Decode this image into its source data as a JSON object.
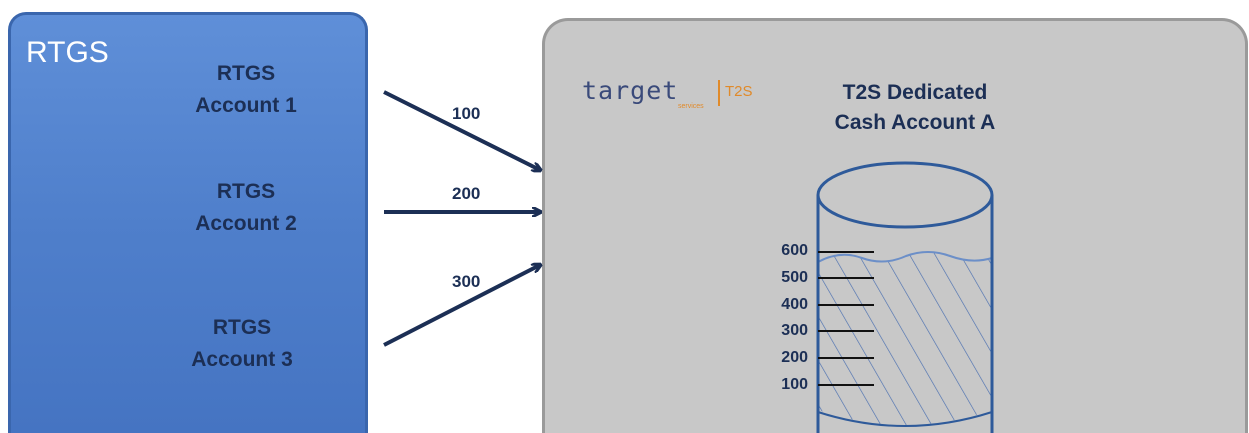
{
  "rtgs": {
    "title": "RTGS",
    "accounts": [
      {
        "line1": "RTGS",
        "line2": "Account 1"
      },
      {
        "line1": "RTGS",
        "line2": "Account 2"
      },
      {
        "line1": "RTGS",
        "line2": "Account 3"
      }
    ],
    "box_color": "#4f7fcb"
  },
  "transfers": [
    {
      "from": "RTGS Account 1",
      "amount": "100"
    },
    {
      "from": "RTGS Account 2",
      "amount": "200"
    },
    {
      "from": "RTGS Account 3",
      "amount": "300"
    }
  ],
  "t2s": {
    "logo_main": "target",
    "logo_sub": "services",
    "logo_t2s": "T2S",
    "account_title_line1": "T2S Dedicated",
    "account_title_line2": "Cash Account  A",
    "box_color": "#c8c8c8",
    "gauge_ticks": [
      "600",
      "500",
      "400",
      "300",
      "200",
      "100"
    ],
    "gauge_fill_level": 600
  }
}
